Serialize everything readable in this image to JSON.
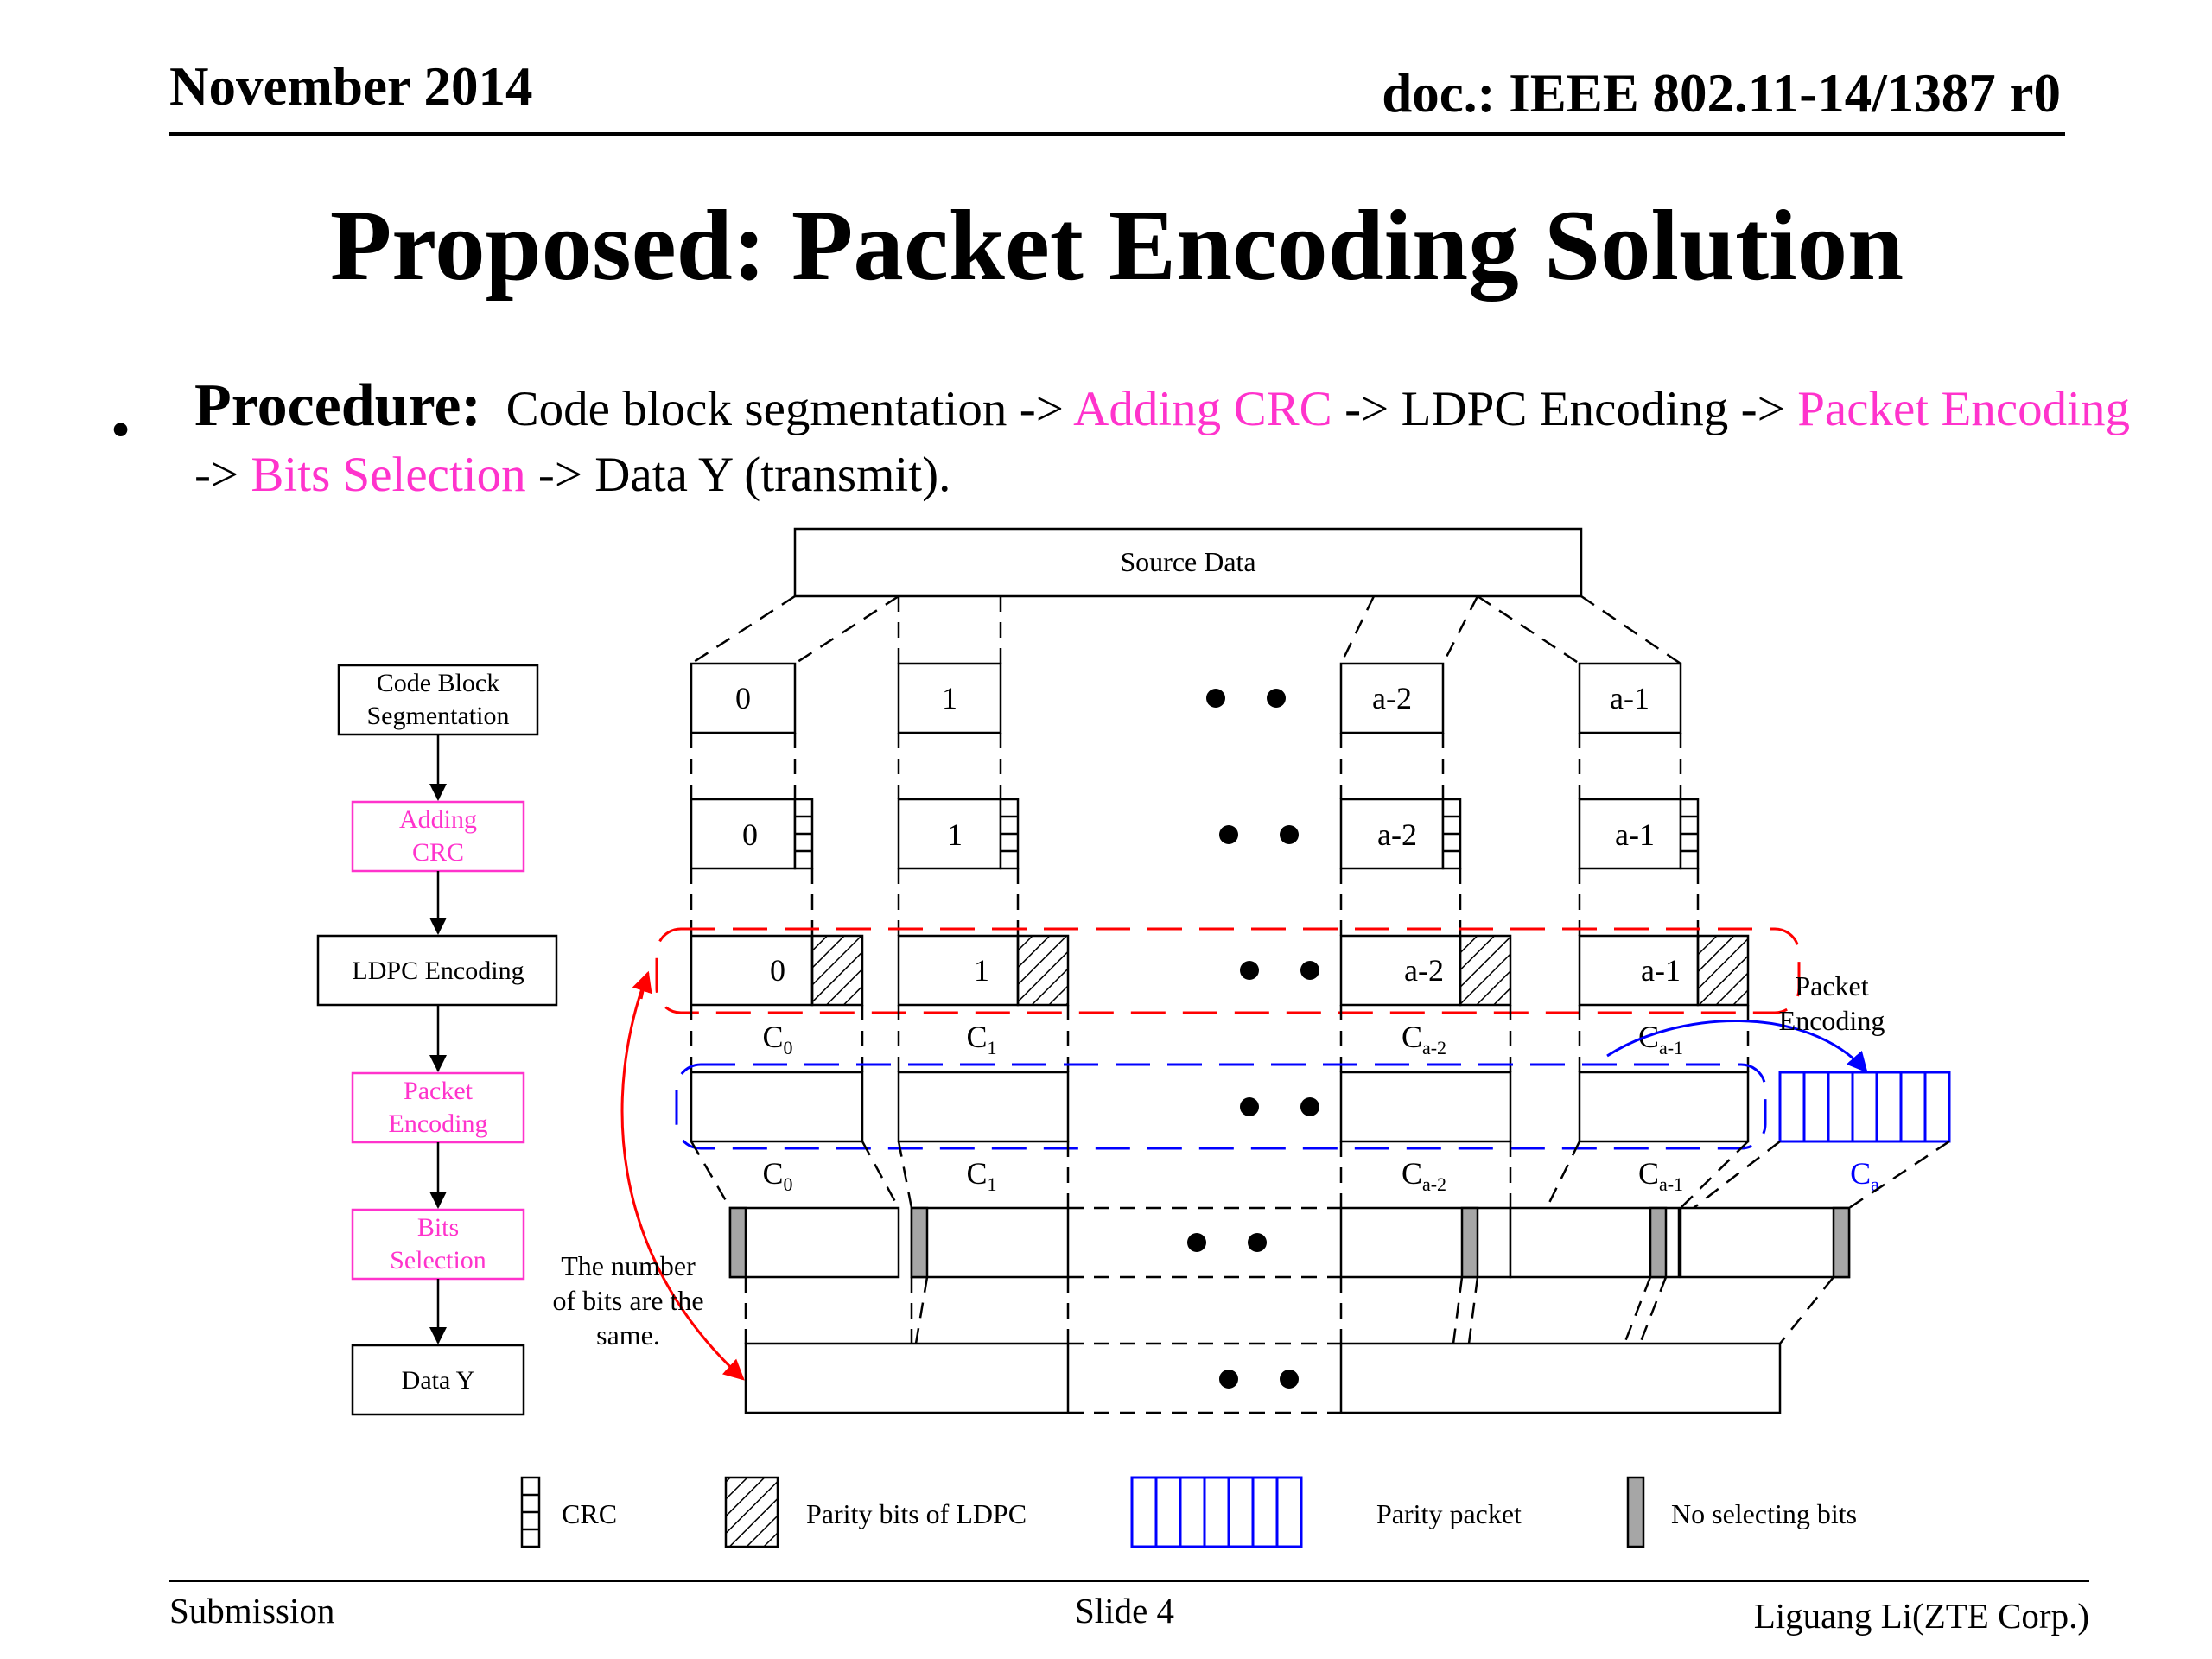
{
  "header": {
    "date": "November 2014",
    "doc": "doc.: IEEE 802.11-14/1387 r0"
  },
  "title": "Proposed: Packet Encoding Solution",
  "procedure": {
    "label": "Procedure:",
    "steps": [
      "Code block segmentation",
      "Adding CRC",
      "LDPC Encoding",
      "Packet Encoding",
      "Bits Selection",
      "Data Y (transmit)."
    ],
    "arrow": "->"
  },
  "diagram": {
    "source": "Source Data",
    "flow": [
      "Code Block Segmentation",
      "Adding CRC",
      "LDPC Encoding",
      "Packet Encoding",
      "Bits Selection",
      "Data Y"
    ],
    "blocks": [
      "0",
      "1",
      "a-2",
      "a-1"
    ],
    "codewords": [
      "C0",
      "C1",
      "Ca-2",
      "Ca-1"
    ],
    "parity_codeword": "Ca",
    "packet_encoding_label": "Packet Encoding",
    "note": "The number of bits are the same.",
    "legend": {
      "crc": "CRC",
      "ldpc_parity": "Parity bits of LDPC",
      "parity_packet": "Parity packet",
      "no_select": "No selecting bits"
    },
    "colors": {
      "highlight": "#ff33cc",
      "red": "#ff0000",
      "blue": "#0000ff",
      "gray": "#a6a6a6"
    }
  },
  "footer": {
    "left": "Submission",
    "center": "Slide 4",
    "right": "Liguang Li(ZTE Corp.)"
  }
}
